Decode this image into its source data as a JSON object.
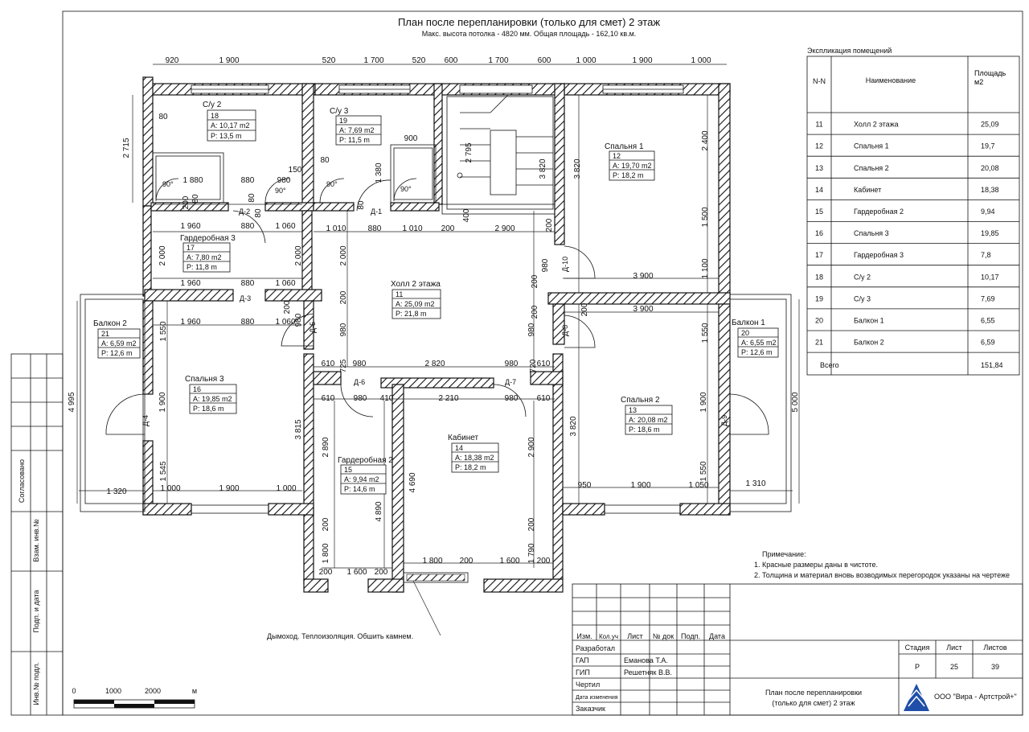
{
  "title": "План после перепланировки (только для смет) 2 этаж",
  "subtitle": "Макс. высота потолка - 4820 мм. Общая площадь - 162,10 кв.м.",
  "rooms": [
    {
      "name": "С/у 2",
      "num": "18",
      "area": "A: 10,17 m2",
      "perim": "P: 13,5 m"
    },
    {
      "name": "С/у 3",
      "num": "19",
      "area": "A: 7,69 m2",
      "perim": "P: 11,5 m"
    },
    {
      "name": "Спальня 1",
      "num": "12",
      "area": "A: 19,70 m2",
      "perim": "P: 18,2 m"
    },
    {
      "name": "Гардеробная 3",
      "num": "17",
      "area": "A: 7,80 m2",
      "perim": "P: 11,8 m"
    },
    {
      "name": "Холл 2 этажа",
      "num": "11",
      "area": "A: 25,09 m2",
      "perim": "P: 21,8 m"
    },
    {
      "name": "Балкон 2",
      "num": "21",
      "area": "A: 6,59 m2",
      "perim": "P: 12,6 m"
    },
    {
      "name": "Балкон 1",
      "num": "20",
      "area": "A: 6,55 m2",
      "perim": "P: 12,6 m"
    },
    {
      "name": "Спальня 3",
      "num": "16",
      "area": "A: 19,85 m2",
      "perim": "P: 18,6 m"
    },
    {
      "name": "Спальня 2",
      "num": "13",
      "area": "A: 20,08 m2",
      "perim": "P: 18,6 m"
    },
    {
      "name": "Кабинет",
      "num": "14",
      "area": "A: 18,38 m2",
      "perim": "P: 18,2 m"
    },
    {
      "name": "Гардеробная 2",
      "num": "15",
      "area": "A: 9,94 m2",
      "perim": "P: 14,6 m"
    }
  ],
  "doors": [
    "Д-2",
    "Д-1",
    "Д-3",
    "Д-5",
    "Д-10",
    "Д-8",
    "Д-6",
    "Д-7",
    "Д-4",
    "Д-9"
  ],
  "angles": [
    "90°",
    "90°",
    "90°",
    "90°"
  ],
  "dims": {
    "top": [
      "920",
      "1 900",
      "520",
      "1 700",
      "520",
      "600",
      "1 700",
      "600",
      "1 000",
      "1 900",
      "1 000"
    ],
    "misc": [
      "2 715",
      "80",
      "80",
      "80",
      "150",
      "1 880",
      "880",
      "980",
      "80",
      "80",
      "900",
      "1 380",
      "2 795",
      "3 820",
      "3 820",
      "2 400",
      "1 960",
      "880",
      "1 060",
      "1 010",
      "880",
      "1 010",
      "200",
      "2 900",
      "400",
      "200",
      "80",
      "1 500",
      "2 000",
      "2 000",
      "2 000",
      "980",
      "200",
      "1 100",
      "3 900",
      "1 960",
      "880",
      "1 060",
      "200",
      "200",
      "3 900",
      "1 960",
      "880",
      "1 060",
      "980",
      "200",
      "980",
      "200",
      "980",
      "1 550",
      "1 550",
      "610",
      "980",
      "2 820",
      "980",
      "610",
      "725",
      "720",
      "610",
      "980",
      "410",
      "2 210",
      "980",
      "610",
      "4 995",
      "5 000",
      "1 900",
      "3 815",
      "2 890",
      "2 900",
      "3 820",
      "1 900",
      "4 690",
      "4 890",
      "1 545",
      "1 550",
      "1 320",
      "1 000",
      "1 900",
      "1 000",
      "950",
      "1 900",
      "1 050",
      "1 310",
      "200",
      "200",
      "1 800",
      "1 790",
      "200",
      "1 800",
      "1 600",
      "200",
      "1 600",
      "200",
      "200",
      "200"
    ]
  },
  "chimney_note": "Дымоход. Теплоизоляция. Обшить камнем.",
  "notes": {
    "heading": "Примечание:",
    "items": [
      "1. Красные размеры даны в чистоте.",
      "2. Толщина и материал вновь возводимых перегородок указаны на чертеже"
    ]
  },
  "explication": {
    "title": "Экспликация  помещений",
    "headers": [
      "N-N",
      "Наименование",
      "Площадь м2"
    ],
    "rows": [
      [
        "11",
        "Холл 2 этажа",
        "25,09"
      ],
      [
        "12",
        "Спальня 1",
        "19,7"
      ],
      [
        "13",
        "Спальня 2",
        "20,08"
      ],
      [
        "14",
        "Кабинет",
        "18,38"
      ],
      [
        "15",
        "Гардеробная 2",
        "9,94"
      ],
      [
        "16",
        "Спальня 3",
        "19,85"
      ],
      [
        "17",
        "Гардеробная 3",
        "7,8"
      ],
      [
        "18",
        "С/у 2",
        "10,17"
      ],
      [
        "19",
        "С/у 3",
        "7,69"
      ],
      [
        "20",
        "Балкон 1",
        "6,55"
      ],
      [
        "21",
        "Балкон 2",
        "6,59"
      ]
    ],
    "total_label": "Всего",
    "total_value": "151,84"
  },
  "side_stamp": [
    "Согласовано",
    "Взам. инв.№",
    "Подп. и дата",
    "Инв.№ подл."
  ],
  "scale_bar": {
    "labels": [
      "0",
      "1000",
      "2000",
      "м"
    ]
  },
  "title_block": {
    "cols": [
      "Изм.",
      "Кол.уч",
      "Лист",
      "№ док",
      "Подп.",
      "Дата"
    ],
    "rows": [
      {
        "role": "Разработал",
        "name": ""
      },
      {
        "role": "ГАП",
        "name": "Еманова Т.А."
      },
      {
        "role": "ГИП",
        "name": "Решетняк В.В."
      },
      {
        "role": "Чертил",
        "name": ""
      },
      {
        "role": "Дата изменения",
        "name": ""
      },
      {
        "role": "Заказчик",
        "name": ""
      }
    ],
    "sheet_title": [
      "План после перепланировки",
      "(только для смет) 2 этаж"
    ],
    "stage_header": [
      "Стадия",
      "Лист",
      "Листов"
    ],
    "stage_values": [
      "Р",
      "25",
      "39"
    ],
    "company": "ООО \"Вира - Артстрой+\""
  }
}
